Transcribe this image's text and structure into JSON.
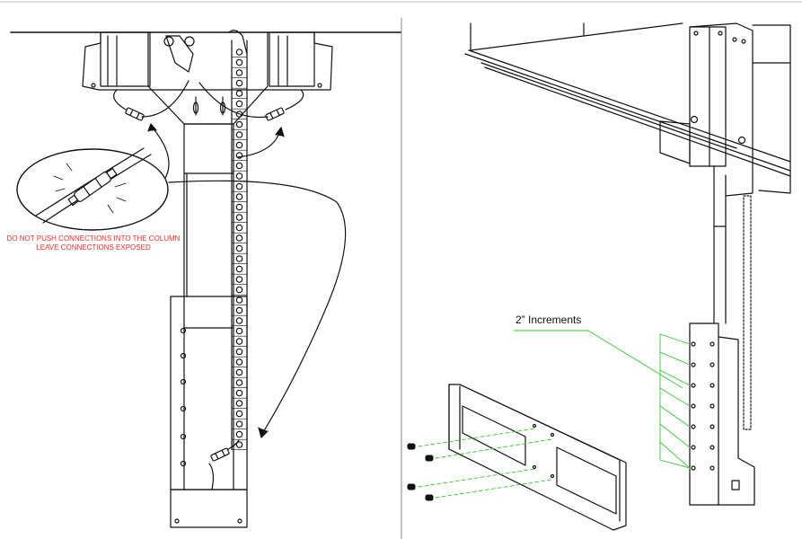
{
  "left_panel": {
    "warning_line_1": "DO NOT PUSH CONNECTIONS INTO THE COLUMN",
    "warning_line_2": "LEAVE CONNECTIONS EXPOSED",
    "warning_color": "#e8312a"
  },
  "right_panel": {
    "increments_label": "2” Increments",
    "callout_color": "#3cc43c"
  },
  "line_color": "#111111"
}
